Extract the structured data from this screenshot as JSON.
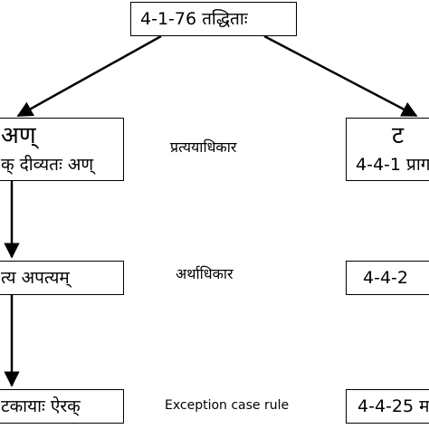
{
  "root": {
    "label": "4-1-76 तद्धिताः"
  },
  "left_column": {
    "top_box": {
      "title": "अण्",
      "rule": "क् दीव्यतः अण्"
    },
    "middle_box": {
      "text": "त्य अपत्यम्"
    },
    "bottom_box": {
      "text": "टकायाः ऐरक्"
    }
  },
  "right_column": {
    "top_box": {
      "title": "ट",
      "rule": "4-4-1 प्राग"
    },
    "middle_box": {
      "text": "4-4-2"
    },
    "bottom_box": {
      "text": "4-4-25 म"
    }
  },
  "level_labels": {
    "pratyaya": "प्रत्ययाधिकार",
    "artha": "अर्थाधिकार",
    "exception": "Exception case rule"
  }
}
